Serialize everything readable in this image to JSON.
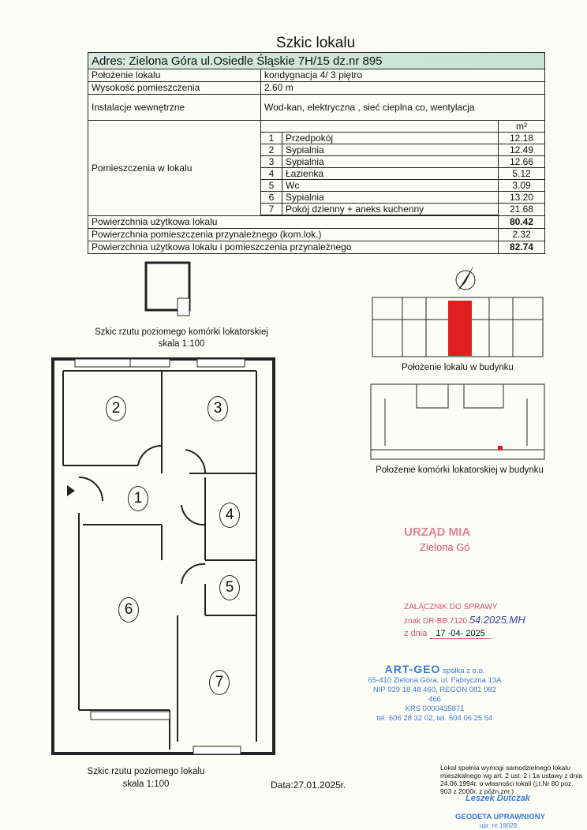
{
  "title": "Szkic lokalu",
  "address": "Adres: Zielona Góra ul.Osiedle Śląskie 7H/15 dz.nr 895",
  "rows": [
    {
      "label": "Położenie lokalu",
      "value": "kondygnacja 4/ 3 piętro"
    },
    {
      "label": "Wysokość pomieszczenia",
      "value": "2.60 m"
    },
    {
      "label": "Instalacje wewnętrzne",
      "value": "Wod-kan, elektryczna , sieć cieplna co, wentylacja"
    }
  ],
  "rooms_label": "Pomieszczenia w lokalu",
  "unit": "m²",
  "rooms": [
    {
      "no": "1",
      "name": "Przedpokój",
      "area": "12.18"
    },
    {
      "no": "2",
      "name": "Sypialnia",
      "area": "12.49"
    },
    {
      "no": "3",
      "name": "Sypialnia",
      "area": "12.66"
    },
    {
      "no": "4",
      "name": "Łazienka",
      "area": "5.12"
    },
    {
      "no": "5",
      "name": "Wc",
      "area": "3.09"
    },
    {
      "no": "6",
      "name": "Sypialnia",
      "area": "13.20"
    },
    {
      "no": "7",
      "name": "Pokój dzienny + aneks kuchenny",
      "area": "21.68"
    }
  ],
  "totals": [
    {
      "label": "Powierzchnia użytkowa lokalu",
      "value": "80.42"
    },
    {
      "label": "Powierzchnia pomieszczenia przynależnego (kom.lok.)",
      "value": "2.32"
    },
    {
      "label": "Powierzchnia użytkowa lokalu i pomieszczenia przynależnego",
      "value": "82.74"
    }
  ],
  "storage_caption": "Szkic rzutu poziomego komórki lokatorskiej",
  "storage_scale": "skala 1:100",
  "plan_caption": "Szkic rzutu poziomego lokalu",
  "plan_scale": "skala 1:100",
  "date": "Data:27.01.2025r.",
  "building_caption": "Położenie lokalu w budynku",
  "storage_building_caption": "Położenie komórki lokatorskiej w budynku",
  "stamp_office": {
    "line1": "URZĄD MIA",
    "line2": "Zielona Gó"
  },
  "stamp_attachment": {
    "line1": "ZAŁĄCZNIK DO SPRAWY",
    "line2": "znak DR-BB.7120.",
    "handwritten_ref": "54.2025.MH",
    "line3": "z dnia",
    "date": "17 -04- 2025"
  },
  "stamp_company": {
    "name": "ART-GEO",
    "suffix": "spółka z o.o.",
    "line1": "65-410 Zielona Góra, ul. Fabryczna 13A",
    "line2": "NIP 929 18 48 460, REGON 081 082 466",
    "line3": "KRS 0000435871",
    "line4": "tel. 606 28 32 02, tel. 604 06 25 54"
  },
  "note": "Lokal spełnia wymogi samodzielnego lokalu mieszkalnego wg art. 2 ust. 2 i 1a ustawy z dnia 24.06.1994r. o własności lokali (j.t.Nr 80 poz. 903 z 2000r. z późn.zm.)",
  "surveyor": {
    "name": "Leszek Dutczak",
    "title": "GEODETA UPRAWNIONY",
    "license": "upr. nr 19029"
  },
  "colors": {
    "highlight": "#e02020",
    "stamp_red": "#d0506a",
    "stamp_blue": "#3a7bd5"
  }
}
